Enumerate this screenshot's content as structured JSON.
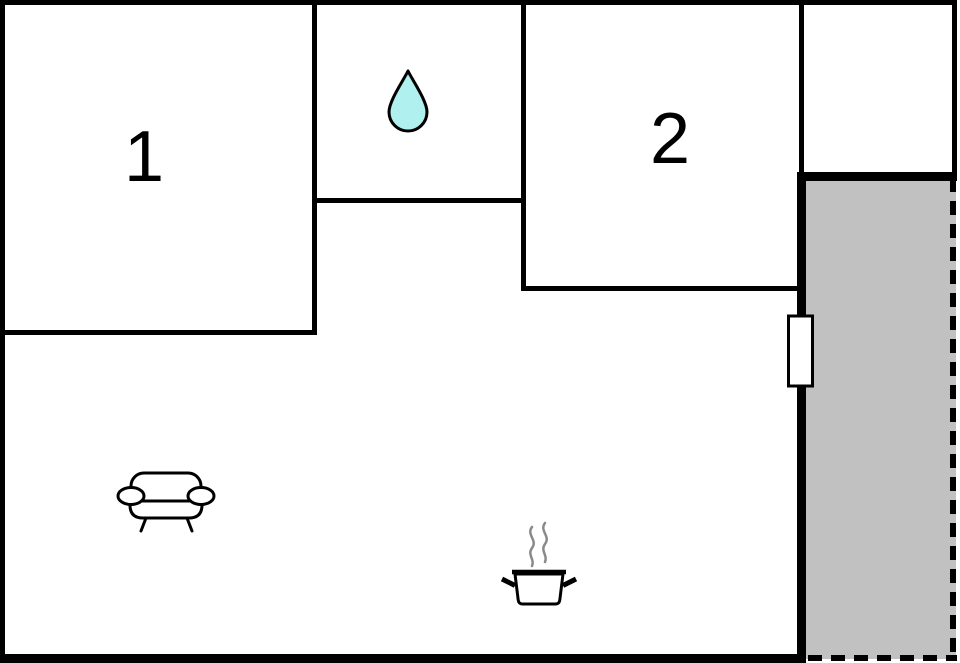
{
  "rooms": {
    "room1": {
      "label": "1"
    },
    "room2": {
      "label": "2"
    }
  },
  "colors": {
    "background": "#ffffff",
    "wall": "#000000",
    "terrace_fill": "#c1c1c1",
    "water_drop_fill": "#b0f0ee",
    "water_drop_stroke": "#000000",
    "steam_stroke": "#8a8a8a"
  },
  "icons": {
    "water_drop": "water-drop-icon",
    "sofa": "sofa-icon",
    "cooking_pot": "cooking-pot-icon",
    "terrace_door": "terrace-door-marker"
  }
}
